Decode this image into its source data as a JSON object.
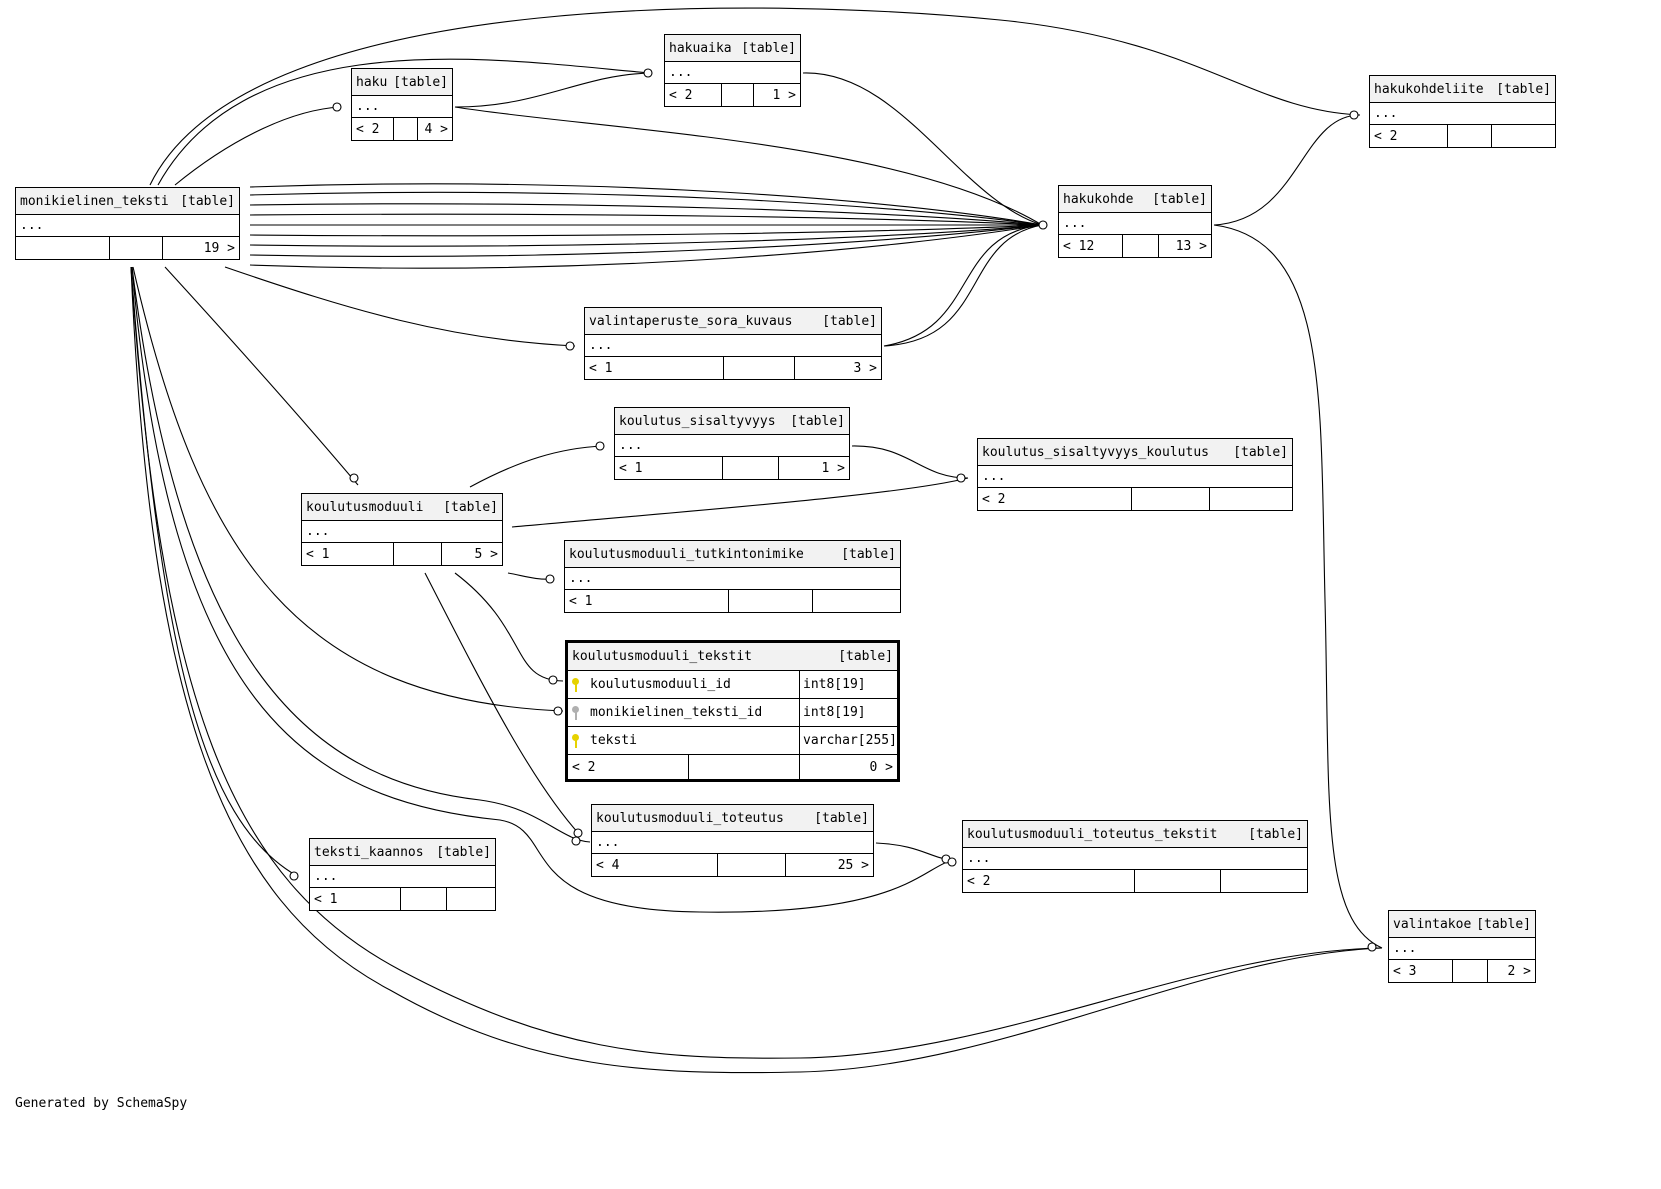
{
  "table_tag": "[table]",
  "footer": "Generated by SchemaSpy",
  "tables": {
    "monikielinen_teksti": {
      "name": "monikielinen_teksti",
      "row": "...",
      "parents": "",
      "children": "19 >"
    },
    "haku": {
      "name": "haku",
      "row": "...",
      "parents": "< 2",
      "children": "4 >"
    },
    "hakuaika": {
      "name": "hakuaika",
      "row": "...",
      "parents": "< 2",
      "children": "1 >"
    },
    "hakukohdeliite": {
      "name": "hakukohdeliite",
      "row": "...",
      "parents": "< 2",
      "children": ""
    },
    "hakukohde": {
      "name": "hakukohde",
      "row": "...",
      "parents": "< 12",
      "children": "13 >"
    },
    "valintaperuste_sora_kuvaus": {
      "name": "valintaperuste_sora_kuvaus",
      "row": "...",
      "parents": "< 1",
      "children": "3 >"
    },
    "koulutus_sisaltyvyys": {
      "name": "koulutus_sisaltyvyys",
      "row": "...",
      "parents": "< 1",
      "children": "1 >"
    },
    "koulutus_sisaltyvyys_koulutus": {
      "name": "koulutus_sisaltyvyys_koulutus",
      "row": "...",
      "parents": "< 2",
      "children": ""
    },
    "koulutusmoduuli": {
      "name": "koulutusmoduuli",
      "row": "...",
      "parents": "< 1",
      "children": "5 >"
    },
    "koulutusmoduuli_tutkintonimike": {
      "name": "koulutusmoduuli_tutkintonimike",
      "row": "...",
      "parents": "< 1",
      "children": ""
    },
    "koulutusmoduuli_toteutus": {
      "name": "koulutusmoduuli_toteutus",
      "row": "...",
      "parents": "< 4",
      "children": "25 >"
    },
    "koulutusmoduuli_toteutus_tekstit": {
      "name": "koulutusmoduuli_toteutus_tekstit",
      "row": "...",
      "parents": "< 2",
      "children": ""
    },
    "teksti_kaannos": {
      "name": "teksti_kaannos",
      "row": "...",
      "parents": "< 1",
      "children": ""
    },
    "valintakoe": {
      "name": "valintakoe",
      "row": "...",
      "parents": "< 3",
      "children": "2 >"
    }
  },
  "focus_table": {
    "name": "koulutusmoduuli_tekstit",
    "columns": [
      {
        "name": "koulutusmoduuli_id",
        "type": "int8[19]",
        "key": "pk"
      },
      {
        "name": "monikielinen_teksti_id",
        "type": "int8[19]",
        "key": "fk"
      },
      {
        "name": "teksti",
        "type": "varchar[255]",
        "key": "pk"
      }
    ],
    "parents": "< 2",
    "children": "0 >"
  }
}
